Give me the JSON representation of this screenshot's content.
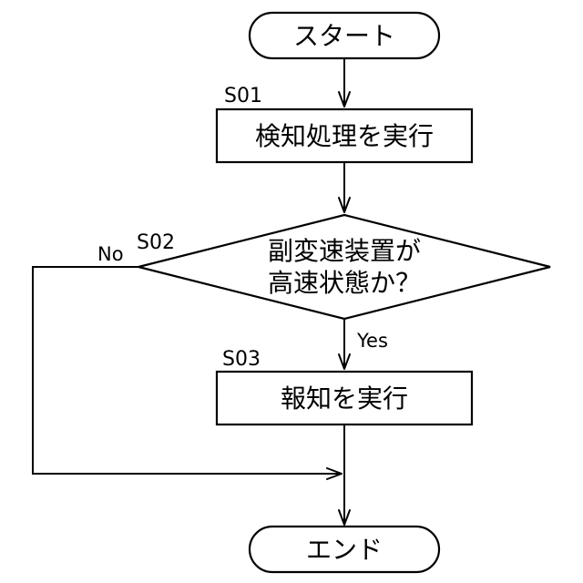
{
  "flowchart": {
    "start": {
      "label": "スタート"
    },
    "s01": {
      "step_id": "S01",
      "label": "検知処理を実行"
    },
    "s02": {
      "step_id": "S02",
      "label_line1": "副変速装置が",
      "label_line2": "高速状態か？",
      "no_label": "No",
      "yes_label": "Yes"
    },
    "s03": {
      "step_id": "S03",
      "label": "報知を実行"
    },
    "end": {
      "label": "エンド"
    }
  }
}
